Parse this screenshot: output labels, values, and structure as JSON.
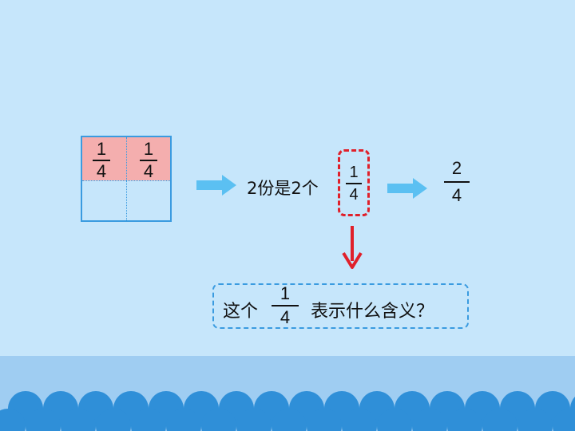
{
  "grid": {
    "cells": [
      {
        "numerator": "1",
        "denominator": "4"
      },
      {
        "numerator": "1",
        "denominator": "4"
      }
    ]
  },
  "statement": {
    "text": "2份是2个",
    "fraction": {
      "numerator": "1",
      "denominator": "4"
    }
  },
  "result": {
    "numerator": "2",
    "denominator": "4"
  },
  "question": {
    "prefix": "这个",
    "fraction": {
      "numerator": "1",
      "denominator": "4"
    },
    "suffix": "表示什么含义？"
  },
  "colors": {
    "background": "#c6e6fb",
    "shaded_cell": "#f4aeae",
    "grid_border": "#3a9be0",
    "highlight": "#e0202a",
    "arrow": "#5bc0f2",
    "wave": "#2f8fd8"
  }
}
